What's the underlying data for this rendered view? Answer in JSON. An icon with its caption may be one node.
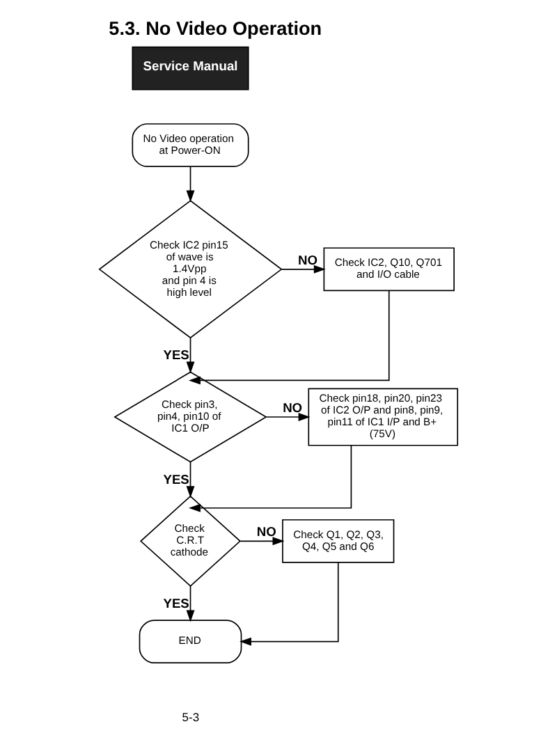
{
  "diagram": {
    "title": "5.3. No Video Operation",
    "nodes": [
      {
        "text": [
          "No Video operation at Power-ON"
        ]
      },
      {
        "text": [
          "Check IC2 pin15 of wave is",
          "1.4Vpp",
          "and pin 4 is high level"
        ]
      },
      {
        "text": [
          "Check IC2, Q10, Q701 and I/O cable"
        ]
      },
      {
        "text": [
          "Check pin3, pin4, pin10 of IC1 O/P"
        ]
      },
      {
        "text": [
          "Check pin18, pin20, pin23 of IC2 O/P and pin8, pin9, pin11 of IC1 I/P and B+ (75V)"
        ]
      },
      {
        "text": [
          "Check C.R.T cathode"
        ]
      },
      {
        "text": [
          "Check Q1, Q2, Q3, Q4, Q5 and Q6"
        ]
      },
      {
        "text": [
          "END"
        ]
      }
    ],
    "edges": [
      {
        "from": 0,
        "to": 1,
        "arrow": "to"
      },
      {
        "from": 1,
        "to": 2,
        "arrow": "to",
        "label": "NO"
      },
      {
        "from": 1,
        "to": 3,
        "arrow": "to",
        "label": "YES"
      },
      {
        "from": 2,
        "to": 3,
        "arrow": "to"
      },
      {
        "from": 3,
        "to": 4,
        "arrow": "to",
        "label": "NO"
      },
      {
        "from": 3,
        "to": 5,
        "arrow": "to",
        "label": "YES"
      },
      {
        "from": 4,
        "to": 5,
        "arrow": "to"
      },
      {
        "from": 5,
        "to": 6,
        "arrow": "to",
        "label": "NO"
      },
      {
        "from": 5,
        "to": 7,
        "arrow": "to",
        "label": "YES"
      },
      {
        "from": 6,
        "to": 7,
        "arrow": "to"
      }
    ],
    "labels": [
      "Service Manual",
      "5-3"
    ]
  }
}
